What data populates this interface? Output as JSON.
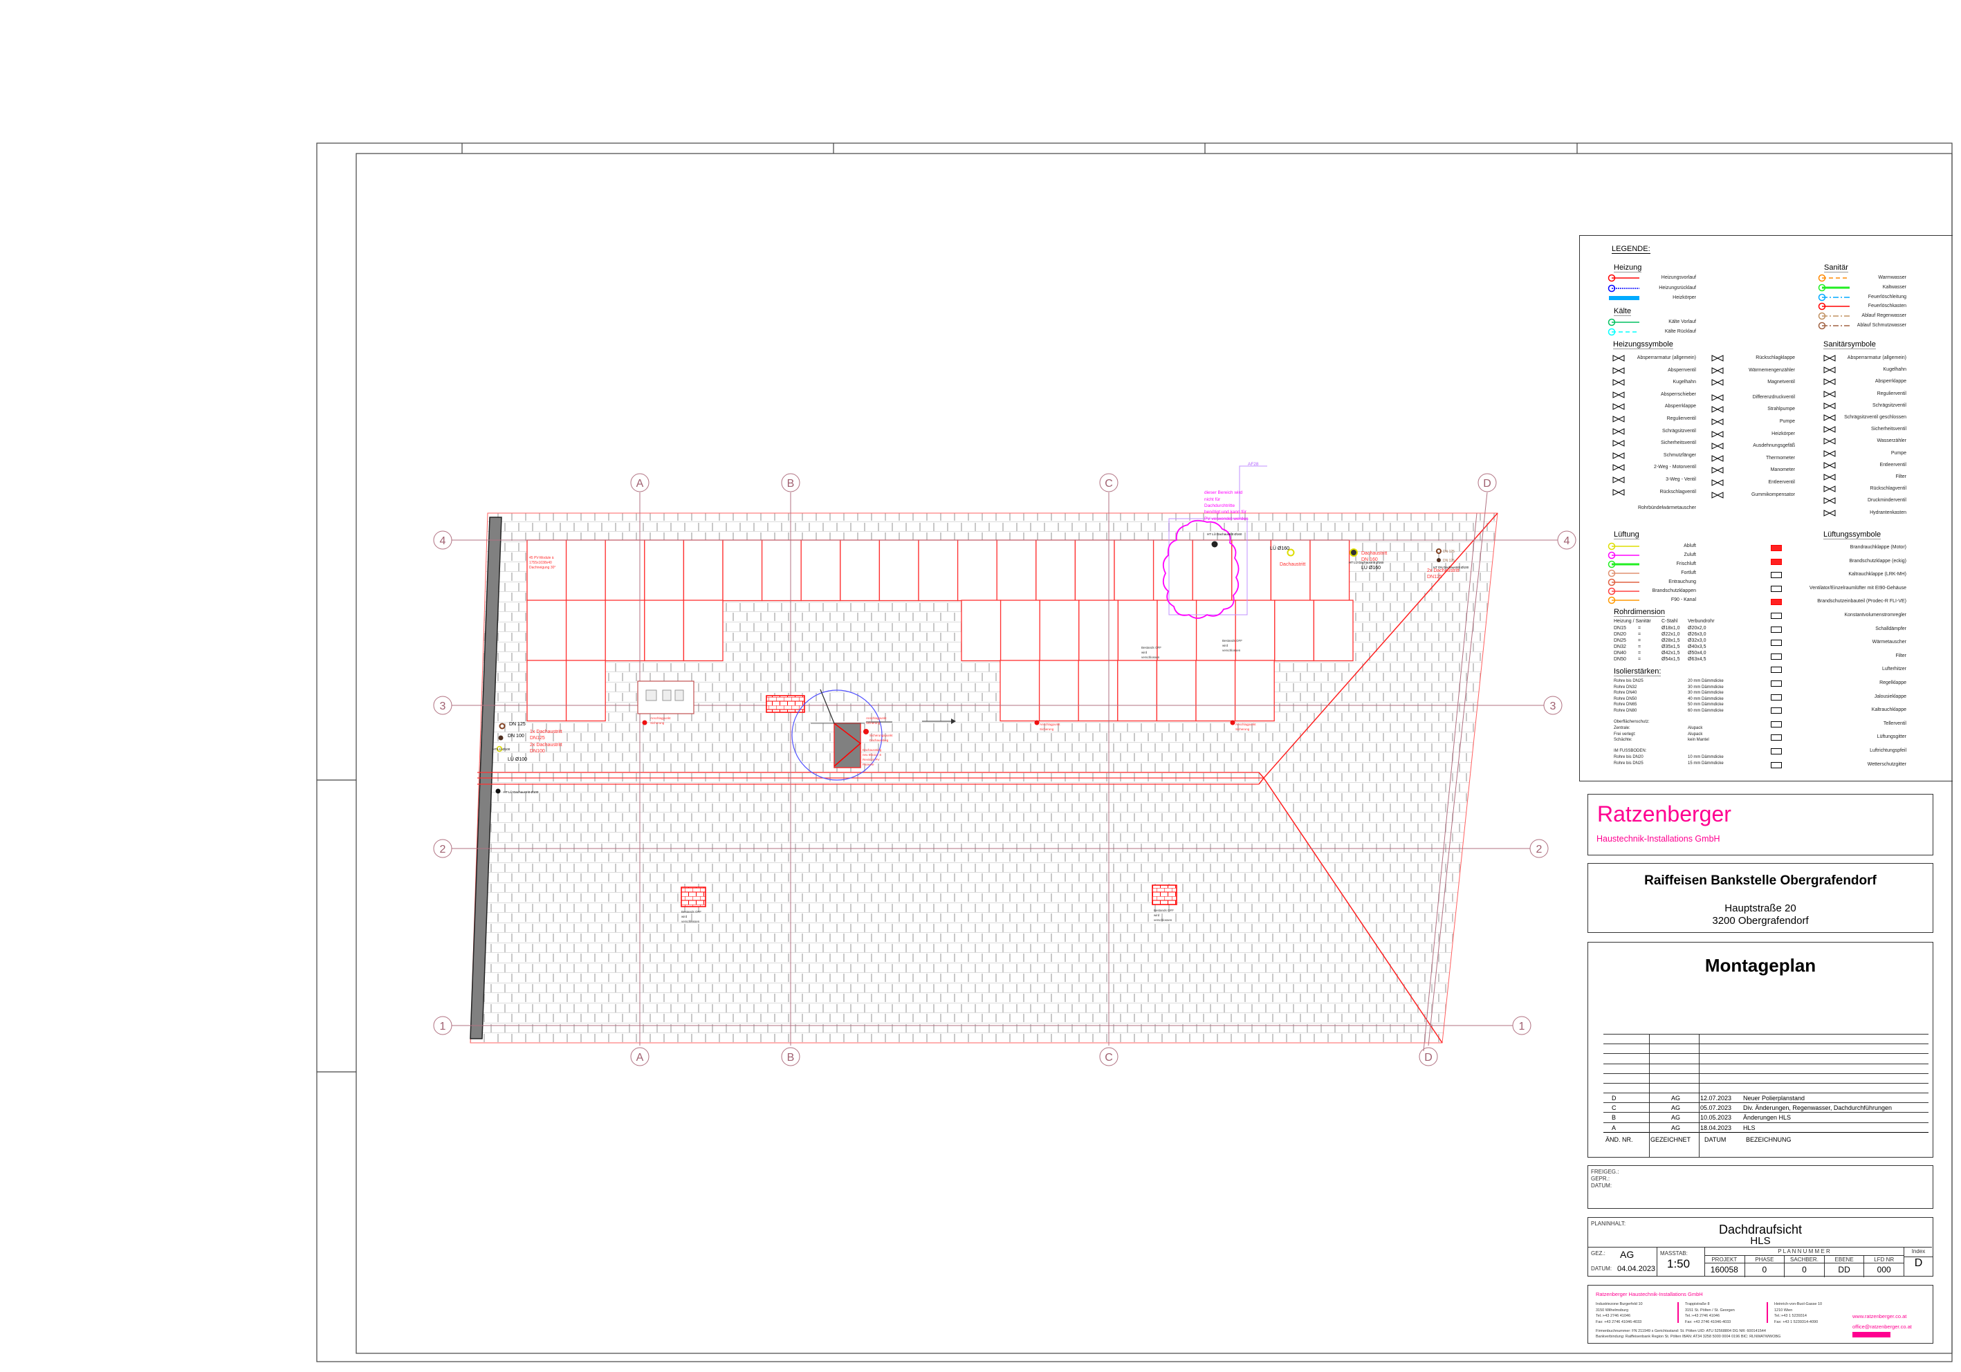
{
  "drawing": {
    "grid_columns": [
      "A",
      "B",
      "C",
      "D"
    ],
    "grid_rows": [
      "4",
      "3",
      "2",
      "1"
    ],
    "colors": {
      "pv": "#ff3030",
      "grid": "#b07080",
      "markup": "#ff00ff",
      "note": "#b060ff",
      "tile": "#c8c8c8"
    },
    "annotations": {
      "pv_note": [
        "45 PV-Module à",
        "1755x1038x40",
        "Dachneigung 30°"
      ],
      "left_dn125": "DN 125",
      "left_dn100": "DN 100",
      "left_ht": "HT/LÜ Ø100",
      "left_lu": "LÜ Ø100",
      "left_red": [
        "1x Dachaustritt",
        "DN125",
        "2x Dachaustritt",
        "DN100"
      ],
      "left_lower": "HT LÜ Dachaustritt Ø100",
      "anchor_1": [
        "Anschlagpunkt",
        "Sicherung"
      ],
      "anchor_2": [
        "Anschlagpunkt",
        "Sicherung"
      ],
      "anchor_3": [
        "Anschlagpunkt",
        "Sicherung"
      ],
      "anchor_4": [
        "Anschlagpunkt",
        "Sicherung"
      ],
      "safety_point": [
        "Sicherungspunkt",
        "Dachausstieg"
      ],
      "hatch_note": [
        "Dachausstieg",
        "neu 65x117,6",
        "Revision PV",
        "Paneele"
      ],
      "cloud_note": [
        "dieser Bereich wird",
        "nicht für",
        "Dachdurchtritte",
        "benötigt und kann für",
        "PV verwendet werden"
      ],
      "af_tag": "AF28",
      "cloud_pipe": "HT LÜ Dachaustritt Ø160",
      "lu160_a": "LÜ Ø160",
      "dach_red_a": "Dachaustritt",
      "dach_red_b": [
        "Dachaustritt",
        "DN 160"
      ],
      "pipe_b": "HT LÜ Dachaustritt Ø160",
      "lu160_b": "LÜ Ø160",
      "right_dn125_a": "DN 125",
      "right_dn125_b": "DN 125",
      "right_ht": "HT DN Dachaustritt Ø100",
      "right_red": [
        "2x Dachaustritt",
        "DN125"
      ],
      "bestand": [
        "Bestands OFF",
        "wird",
        "verschlossen"
      ]
    }
  },
  "legend": {
    "title": "LEGENDE:",
    "heizung": {
      "title": "Heizung",
      "items": [
        {
          "label": "Heizungsvorlauf",
          "color": "#ff0000",
          "style": "solid"
        },
        {
          "label": "Heizungsrücklauf",
          "color": "#0000ff",
          "style": "dotted"
        },
        {
          "label": "Heizkörper",
          "color": "#00aaff",
          "style": "bar"
        }
      ]
    },
    "kaelte": {
      "title": "Kälte",
      "items": [
        {
          "label": "Kälte Vorlauf",
          "color": "#00c060",
          "style": "solid"
        },
        {
          "label": "Kälte Rücklauf",
          "color": "#00ffff",
          "style": "dashed"
        }
      ]
    },
    "sanitaer": {
      "title": "Sanitär",
      "items": [
        {
          "label": "Warmwasser",
          "color": "#ff8800",
          "style": "dashed"
        },
        {
          "label": "Kaltwasser",
          "color": "#22ee22",
          "style": "solid"
        },
        {
          "label": "Feuerlöschleitung",
          "color": "#00aaff",
          "style": "dashdot"
        },
        {
          "label": "Feuerlöschkasten",
          "color": "#ff0000",
          "style": "plain"
        },
        {
          "label": "Ablauf Regenwasser",
          "color": "#c09060",
          "style": "dashdot"
        },
        {
          "label": "Ablauf Schmutzwasser",
          "color": "#a06040",
          "style": "dashdot"
        }
      ]
    },
    "heizungssymbole": {
      "title": "Heizungssymbole",
      "col1": [
        "Absperrarmatur (allgemein)",
        "Absperrventil",
        "Kugelhahn",
        "Absperrschieber",
        "Absperrklappe",
        "Regulierventil",
        "Schrägsitzventil",
        "Sicherheitsventil",
        "Schmutzfänger",
        "2-Weg - Motorventil",
        "3-Weg - Ventil",
        "Rückschlagventil",
        "Rohrbündelwärmetauscher"
      ],
      "col2": [
        "Rückschlagklappe",
        "Wärmemengenzähler",
        "Magnetventil",
        "Differenzdruckventil",
        "Strahlpumpe",
        "Pumpe",
        "Heizkörper",
        "Ausdehnungsgefäß",
        "Thermometer",
        "Manometer",
        "Entleerventil",
        "Gummikompensator"
      ]
    },
    "sanitaersymbole": {
      "title": "Sanitärsymbole",
      "items": [
        "Absperrarmatur (allgemein)",
        "Kugelhahn",
        "Absperrklappe",
        "Regulierventil",
        "Schrägsitzventil",
        "Schrägsitzventil geschlossen",
        "Sicherheitsventil",
        "Wasserzähler",
        "Pumpe",
        "Entleerventil",
        "Filter",
        "Rückschlagventil",
        "Druckminderventil",
        "Hydrantenkasten"
      ]
    },
    "lueftung": {
      "title": "Lüftung",
      "items": [
        {
          "label": "Abluft",
          "color": "#dddd00"
        },
        {
          "label": "Zuluft",
          "color": "#ff00ff"
        },
        {
          "label": "Frischluft",
          "color": "#22ee22"
        },
        {
          "label": "Fortluft",
          "color": "#e09070"
        },
        {
          "label": "Entrauchung",
          "color": "#e06040"
        },
        {
          "label": "Brandschutzklappen",
          "color": "#ff4040"
        },
        {
          "label": "F90 - Kanal",
          "color": "#ff9900"
        }
      ]
    },
    "lueftungssymbole": {
      "title": "Lüftungssymbole",
      "items": [
        "Brandrauchklappe (Motor)",
        "Brandschutzklappe (eckig)",
        "Kaltrauchklappe (LRK-MH)",
        "Ventilator/Einzelraumlüfter mit EI90-Gehäuse",
        "Brandschutzeinbauteil (Prodec-R FLI-VE)",
        "Konstantvolumenstromregler",
        "Schalldämpfer",
        "Wärmetauscher",
        "Filter",
        "Lufterhitzer",
        "Regelklappe",
        "Jalousieklappe",
        "Kaltrauchklappe",
        "Tellerventil",
        "Lüftungsgitter",
        "Luftrichtungspfeil",
        "Wetterschutzgitter"
      ]
    },
    "rohrdimension": {
      "title": "Rohrdimension",
      "headers": [
        "Heizung / Sanitär",
        "C-Stahl",
        "Verbundrohr"
      ],
      "rows": [
        [
          "DN15",
          "=",
          "Ø18x1,0",
          "Ø20x2,0"
        ],
        [
          "DN20",
          "=",
          "Ø22x1,0",
          "Ø26x3,0"
        ],
        [
          "DN25",
          "=",
          "Ø28x1,5",
          "Ø32x3,0"
        ],
        [
          "DN32",
          "=",
          "Ø35x1,5",
          "Ø40x3,5"
        ],
        [
          "DN40",
          "=",
          "Ø42x1,5",
          "Ø50x4,0"
        ],
        [
          "DN50",
          "=",
          "Ø54x1,5",
          "Ø63x4,5"
        ]
      ]
    },
    "isolierstaerken": {
      "title": "Isolierstärken:",
      "rows": [
        [
          "Rohre bis DN25",
          "20 mm Dämmdicke"
        ],
        [
          "Rohre DN32",
          "30 mm Dämmdicke"
        ],
        [
          "Rohre DN40",
          "30 mm Dämmdicke"
        ],
        [
          "Rohre DN50",
          "40 mm Dämmdicke"
        ],
        [
          "Rohre DN65",
          "50 mm Dämmdicke"
        ],
        [
          "Rohre DN80",
          "60 mm Dämmdicke"
        ]
      ],
      "surface_title": "Oberflächenschutz:",
      "surface": [
        [
          "Zentrale:",
          "Alupack"
        ],
        [
          "Frei verlegt:",
          "Alupack"
        ],
        [
          "Schächte:",
          "kein Mantel"
        ]
      ],
      "floor_title": "IM FUSSBODEN:",
      "floor": [
        [
          "Rohre bis DN20",
          "10 mm Dämmdicke"
        ],
        [
          "Rohre bis DN25",
          "15 mm Dämmdicke"
        ]
      ]
    }
  },
  "titleblock": {
    "company": "Ratzenberger",
    "company_sub": "Haustechnik-Installations GmbH",
    "project": "Raiffeisen Bankstelle Obergrafendorf",
    "street": "Hauptstraße 20",
    "city": "3200 Obergrafendorf",
    "plan_type": "Montageplan",
    "revision_headers": [
      "ÄND. NR.",
      "GEZEICHNET",
      "DATUM",
      "BEZEICHNUNG"
    ],
    "revisions": [
      [
        "D",
        "AG",
        "12.07.2023",
        "Neuer Polierplanstand"
      ],
      [
        "C",
        "AG",
        "05.07.2023",
        "Div. Änderungen, Regenwasser, Dachdurchführungen"
      ],
      [
        "B",
        "AG",
        "10.05.2023",
        "Änderungen HLS"
      ],
      [
        "A",
        "AG",
        "18.04.2023",
        "HLS"
      ]
    ],
    "approval": [
      "FREIGEG.:",
      "GEPR.:",
      "DATUM:"
    ],
    "content_label": "PLANINHALT:",
    "content_title": "Dachdraufsicht",
    "content_sub": "HLS",
    "gez_label": "GEZ.:",
    "gez": "AG",
    "datum_label": "DATUM:",
    "datum": "04.04.2023",
    "scale_label": "MASSTAB:",
    "scale": "1:50",
    "plannummer_label": "P L A N N U M M E R",
    "plan_headers": [
      "PROJEKT",
      "PHASE",
      "SACHBER.",
      "EBENE",
      "LFD NR"
    ],
    "plan_values": [
      "160058",
      "0",
      "0",
      "DD",
      "000"
    ],
    "index_label": "Index",
    "index": "D",
    "footer_company": "Ratzenberger Haustechnik-Installations GmbH",
    "offices": [
      [
        "Industriezone Burgerfeld 10",
        "3150 Wilhelmsburg",
        "Tel.:+43 2746 41046",
        "Fax: +43 2746 41046-4033"
      ],
      [
        "Trappistraße 8",
        "3151 St. Pölten / St. Georgen",
        "Tel.:+43 2746 41046",
        "Fax: +43 2746 41046-4033"
      ],
      [
        "Heinrich-von-Buol-Gasse 10",
        "1210 Wien",
        "Tel.:+43 1 5239314",
        "Fax: +43 1 5239314-4090"
      ]
    ],
    "legal1": "Firmenbuchnummer: FN 211949 s     Gerichtsstand: St. Pölten     UID: ATU 52568804     DG NR: 600141544",
    "legal2": "Bankverbindung: Raiffeisenbank Region St. Pölten     IBAN: AT34 3258 5000 0004 0196 BIC: RLNWATWWOBG",
    "web": "www.ratzenberger.co.at",
    "email": "office@ratzenberger.co.at",
    "brand_color": "#ff0090"
  }
}
